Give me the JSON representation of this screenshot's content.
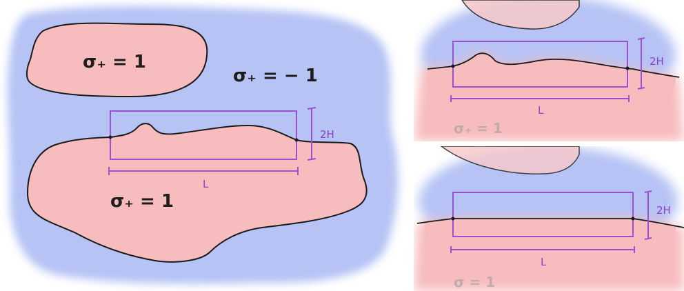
{
  "main": {
    "label_top_blob": "σ₊ = 1",
    "label_background": "σ₊ = − 1",
    "label_bottom_blob": "σ₊ = 1",
    "dim_height": "2H",
    "dim_length": "L"
  },
  "top_right": {
    "dim_height": "2H",
    "dim_length": "L",
    "label_faded": "σ₊ = 1"
  },
  "bottom_right": {
    "dim_height": "2H",
    "dim_length": "L",
    "label_faded": "σ = 1"
  },
  "colors": {
    "positive_region": "#f7bcbd",
    "negative_region": "#b6c3f4",
    "box_stroke": "#9a50d0",
    "interface": "#1a1a1a"
  }
}
